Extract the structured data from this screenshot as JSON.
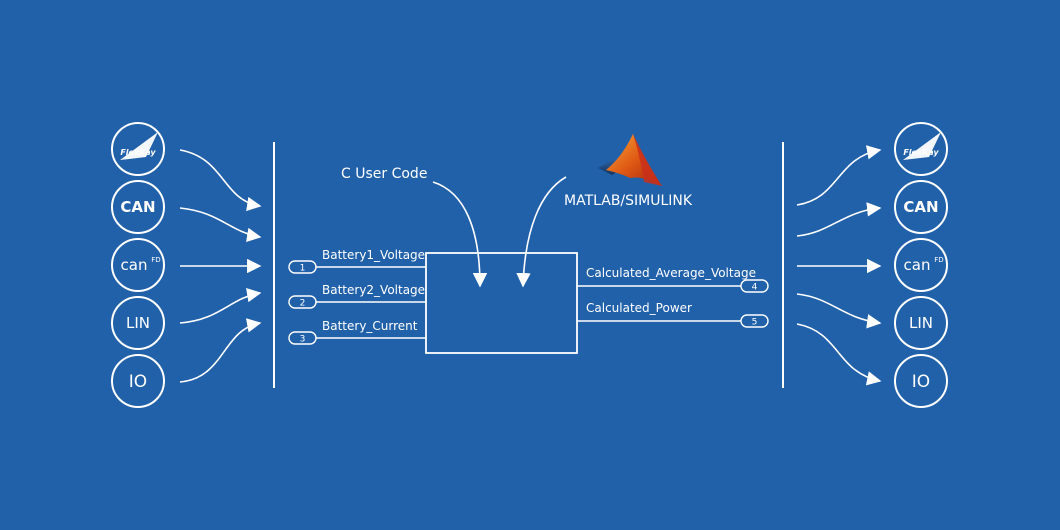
{
  "colors": {
    "background": "#2161aa",
    "foreground": "#ffffff",
    "matlab_peak": "#e05a14",
    "matlab_base": "#c9301a"
  },
  "bus_icons": [
    {
      "id": "flexray",
      "label": "FlexRay",
      "icon": "flexray-logo"
    },
    {
      "id": "can",
      "label": "CAN",
      "icon": "can-logo"
    },
    {
      "id": "canfd",
      "label": "can",
      "suffix": "FD",
      "icon": "canfd-logo"
    },
    {
      "id": "lin",
      "label": "LIN",
      "icon": "lin-logo"
    },
    {
      "id": "io",
      "label": "IO",
      "icon": "io-logo"
    }
  ],
  "inputs": [
    {
      "num": "1",
      "label": "Battery1_Voltage"
    },
    {
      "num": "2",
      "label": "Battery2_Voltage"
    },
    {
      "num": "3",
      "label": "Battery_Current"
    }
  ],
  "outputs": [
    {
      "num": "4",
      "label": "Calculated_Average_Voltage"
    },
    {
      "num": "5",
      "label": "Calculated_Power"
    }
  ],
  "c_user_code_label": "C User Code",
  "matlab_label": "MATLAB/SIMULINK",
  "matlab_icon": "matlab-membrane-logo"
}
